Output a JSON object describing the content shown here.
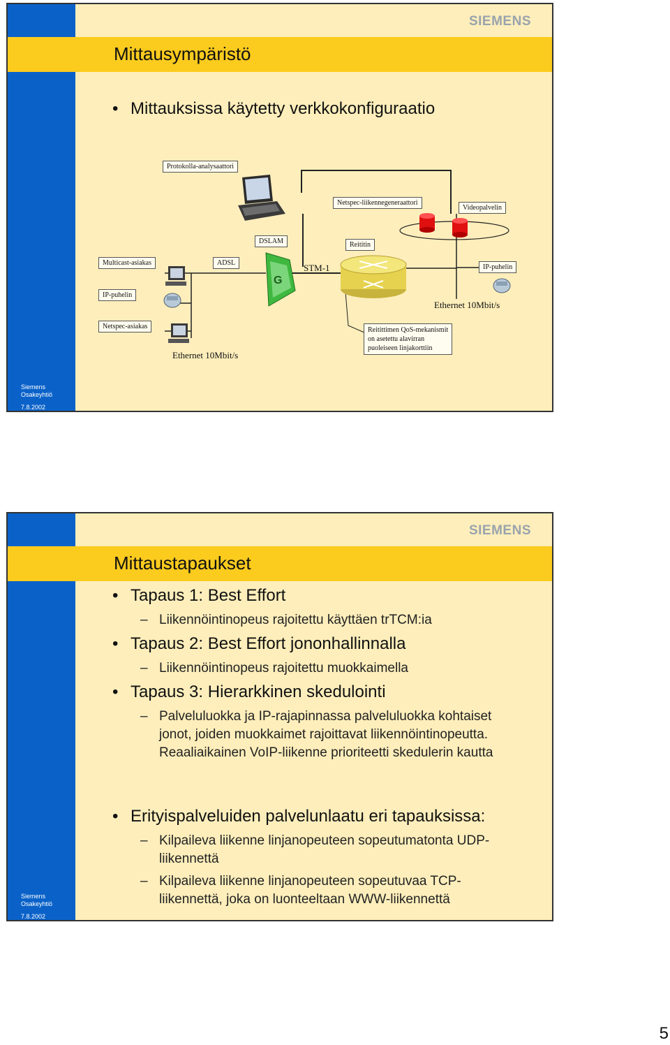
{
  "brand": "SIEMENS",
  "slide1": {
    "title": "Mittausympäristö",
    "bullet": "Mittauksissa käytetty verkkokonfiguraatio",
    "diagram": {
      "labels": {
        "protocol_analyzer": "Protokolla-analysaattori",
        "netspec_generator": "Netspec-liikennegeneraattori",
        "video_server": "Videopalvelin",
        "dslam": "DSLAM",
        "router": "Reititin",
        "multicast_client": "Multicast-asiakas",
        "adsl": "ADSL",
        "stm1": "STM-1",
        "ip_phone_right": "IP-puhelin",
        "ip_phone_left": "IP-puhelin",
        "ethernet_right": "Ethernet 10Mbit/s",
        "netspec_client": "Netspec-asiakas",
        "router_note_1": "Reitittimen QoS-mekanismit",
        "router_note_2": "on asetettu alavirran",
        "router_note_3": "puoleiseen linjakorttiin",
        "ethernet_left": "Ethernet 10Mbit/s"
      }
    },
    "footer": {
      "line1": "Siemens",
      "line2": "Osakeyhtiö",
      "date": "7.8.2002"
    }
  },
  "slide2": {
    "title": "Mittaustapaukset",
    "items": [
      {
        "bullet": "Tapaus 1: Best Effort",
        "sub": [
          "Liikennöintinopeus rajoitettu käyttäen trTCM:ia"
        ]
      },
      {
        "bullet": "Tapaus 2: Best Effort jononhallinnalla",
        "sub": [
          "Liikennöintinopeus rajoitettu muokkaimella"
        ]
      },
      {
        "bullet": "Tapaus 3: Hierarkkinen skedulointi",
        "sub": [
          "Palveluluokka ja IP-rajapinnassa palveluluokka kohtaiset jonot, joiden muokkaimet rajoittavat liikennöintinopeutta. Reaaliaikainen VoIP-liikenne prioriteetti skedulerin kautta"
        ]
      },
      {
        "bullet": "Erityispalveluiden palvelunlaatu eri tapauksissa:",
        "sub": [
          "Kilpaileva liikenne linjanopeuteen sopeutumatonta UDP-liikennettä",
          "Kilpaileva liikenne linjanopeuteen sopeutuvaa TCP-liikennettä, joka on luonteeltaan WWW-liikennettä"
        ]
      }
    ],
    "footer": {
      "line1": "Siemens",
      "line2": "Osakeyhtiö",
      "date": "7.8.2002"
    }
  },
  "page_number": "5"
}
